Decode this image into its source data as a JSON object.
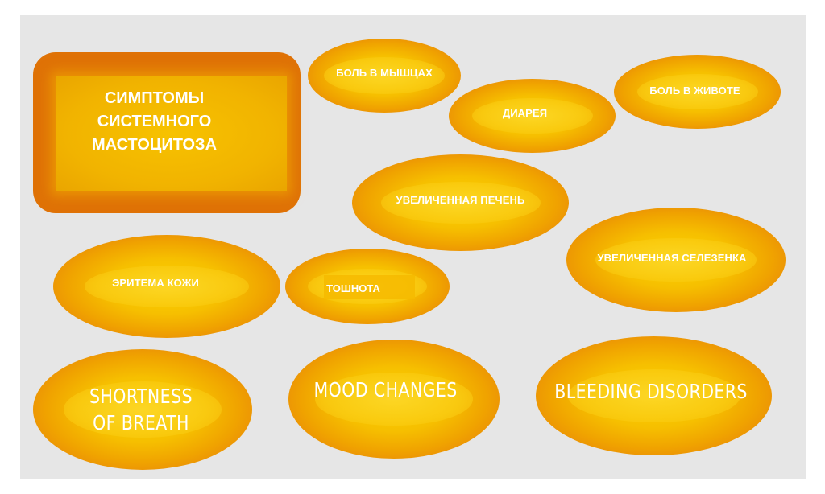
{
  "title": "СИМПТОМЫ\nСИСТЕМНОГО\nМАСТОЦИТОЗА",
  "symptoms": {
    "muscle_pain": "БОЛЬ В МЫШЦАХ",
    "diarrhea": "ДИАРЕЯ",
    "abdominal_pain": "БОЛЬ В ЖИВОТЕ",
    "enlarged_liver": "УВЕЛИЧЕННАЯ ПЕЧЕНЬ",
    "enlarged_spleen": "УВЕЛИЧЕННАЯ СЕЛЕЗЕНКА",
    "skin_erythema": "ЭРИТЕМА КОЖИ",
    "nausea": "ТОШНОТА",
    "shortness_of_breath": "SHORTNESS\nOF BREATH",
    "mood_changes": "MOOD CHANGES",
    "bleeding_disorders": "BLEEDING DISORDERS"
  },
  "colors": {
    "background": "#e6e6e6",
    "frame": "#df7206",
    "oval_center": "#fcd400",
    "oval_edge": "#e07606",
    "text": "#ffffff"
  }
}
